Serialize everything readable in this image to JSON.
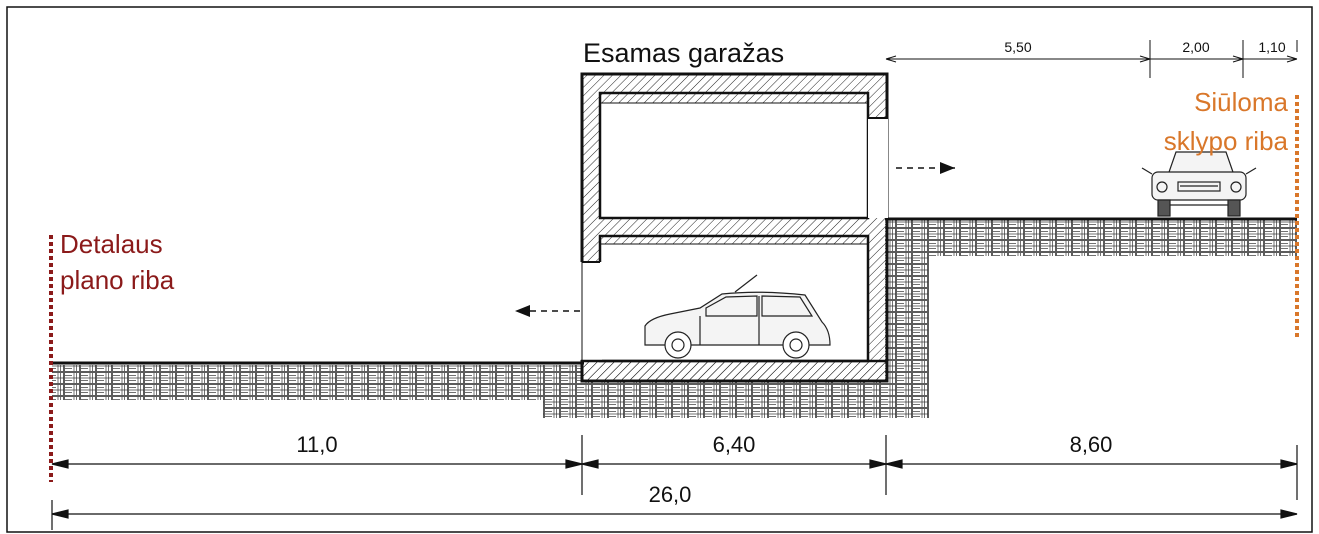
{
  "drawing": {
    "title": "Esamas garažas",
    "left_boundary_label": [
      "Detalaus",
      "plano riba"
    ],
    "right_boundary_label": [
      "Siūloma",
      "sklypo riba"
    ],
    "colors": {
      "left_boundary": "#8b1a1a",
      "right_boundary": "#d9772a",
      "lines": "#111111"
    }
  },
  "dimensions": {
    "bottom_segments": [
      "11,0",
      "6,40",
      "8,60"
    ],
    "bottom_total": "26,0",
    "top_segments": [
      "5,50",
      "2,00",
      "1,10"
    ]
  },
  "icons": [
    "car-side-icon",
    "car-front-icon",
    "arrow-right-icon",
    "arrow-left-icon"
  ]
}
